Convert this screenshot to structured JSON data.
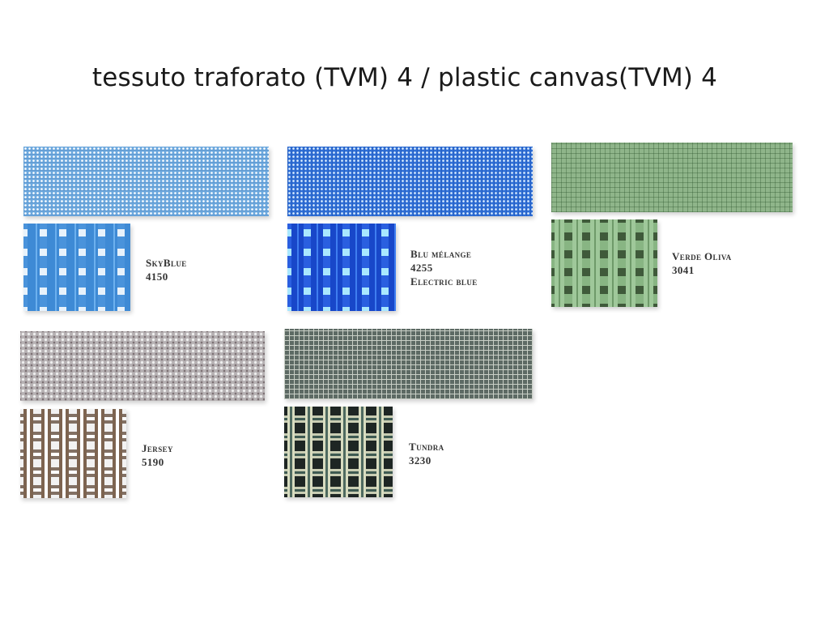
{
  "title": "tessuto traforato (TVM) 4  /  plastic canvas(TVM) 4",
  "fabrics": [
    {
      "name": "SkyBlue",
      "code": "4150",
      "extra": ""
    },
    {
      "name": "Blu mélange",
      "code": "4255",
      "extra": "Electric blue"
    },
    {
      "name": "Verde Oliva",
      "code": "3041",
      "extra": ""
    },
    {
      "name": "Jersey",
      "code": "5190",
      "extra": ""
    },
    {
      "name": "Tundra",
      "code": "3230",
      "extra": ""
    }
  ]
}
